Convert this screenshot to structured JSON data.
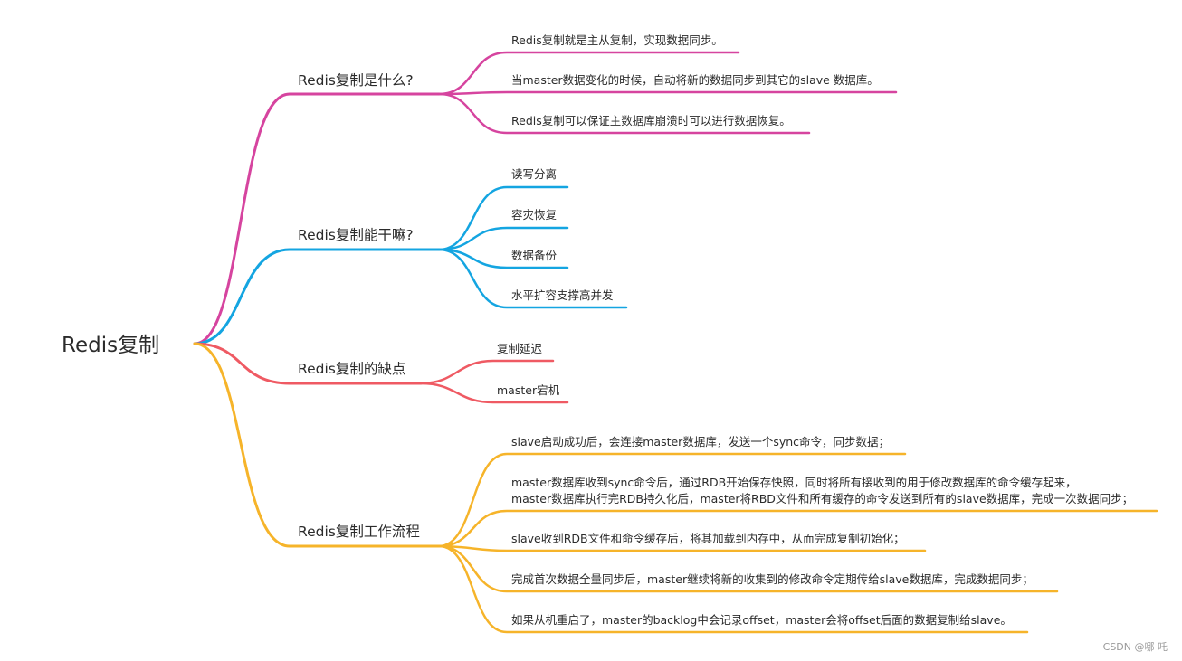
{
  "root": {
    "label": "Redis复制"
  },
  "branches": [
    {
      "label": "Redis复制是什么?",
      "color": "#d6449f",
      "leaves": [
        {
          "lines": [
            "Redis复制就是主从复制，实现数据同步。"
          ]
        },
        {
          "lines": [
            "当master数据变化的时候，自动将新的数据同步到其它的slave 数据库。"
          ]
        },
        {
          "lines": [
            "Redis复制可以保证主数据库崩溃时可以进行数据恢复。"
          ]
        }
      ]
    },
    {
      "label": "Redis复制能干嘛?",
      "color": "#14a5e1",
      "leaves": [
        {
          "lines": [
            "读写分离"
          ]
        },
        {
          "lines": [
            "容灾恢复"
          ]
        },
        {
          "lines": [
            "数据备份"
          ]
        },
        {
          "lines": [
            "水平扩容支撑高并发"
          ]
        }
      ]
    },
    {
      "label": "Redis复制的缺点",
      "color": "#ef5a63",
      "leaves": [
        {
          "lines": [
            "复制延迟"
          ]
        },
        {
          "lines": [
            "master宕机"
          ]
        }
      ]
    },
    {
      "label": "Redis复制工作流程",
      "color": "#f6b42a",
      "leaves": [
        {
          "lines": [
            "slave启动成功后，会连接master数据库，发送一个sync命令，同步数据；"
          ]
        },
        {
          "lines": [
            "master数据库收到sync命令后，通过RDB开始保存快照，同时将所有接收到的用于修改数据库的命令缓存起来，",
            "master数据库执行完RDB持久化后，master将RBD文件和所有缓存的命令发送到所有的slave数据库，完成一次数据同步；"
          ]
        },
        {
          "lines": [
            "slave收到RDB文件和命令缓存后，将其加载到内存中，从而完成复制初始化；"
          ]
        },
        {
          "lines": [
            "完成首次数据全量同步后，master继续将新的收集到的修改命令定期传给slave数据库，完成数据同步；"
          ]
        },
        {
          "lines": [
            "如果从机重启了，master的backlog中会记录offset，master会将offset后面的数据复制给slave。"
          ]
        }
      ]
    }
  ],
  "watermark": "CSDN @哪 吒"
}
